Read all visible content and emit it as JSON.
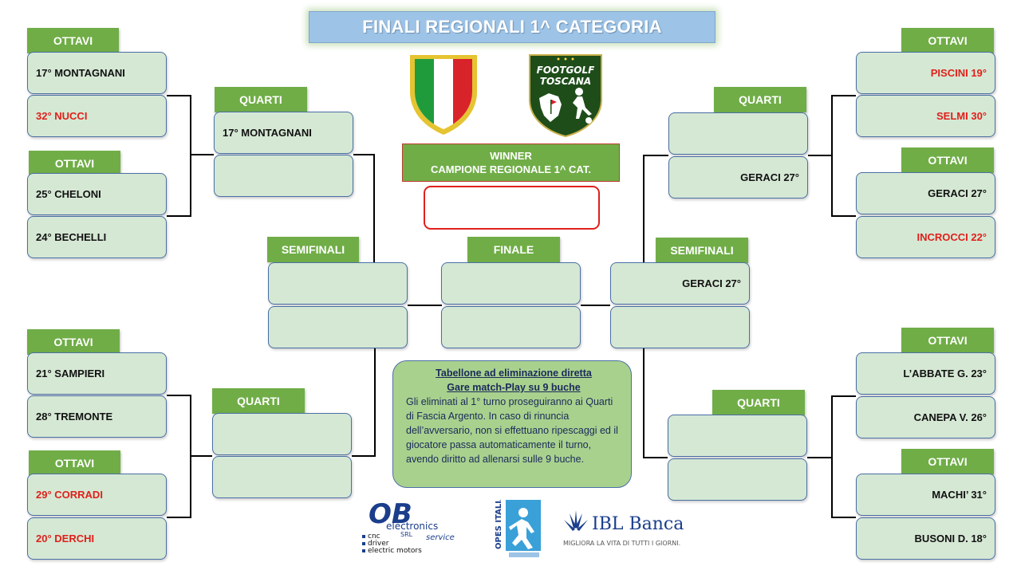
{
  "title": "FINALI REGIONALI 1^ CATEGORIA",
  "labels": {
    "ottavi": "OTTAVI",
    "quarti": "QUARTI",
    "semifinali": "SEMIFINALI",
    "finale": "FINALE",
    "winner_line1": "WINNER",
    "winner_line2": "CAMPIONE REGIONALE 1^ CAT."
  },
  "bracket": {
    "top_left_r16_a": [
      "17° MONTAGNANI",
      "32° NUCCI"
    ],
    "top_left_r16_b": [
      "25° CHELONI",
      "24° BECHELLI"
    ],
    "top_left_qf": [
      "17° MONTAGNANI",
      ""
    ],
    "bottom_left_r16_a": [
      "21° SAMPIERI",
      "28° TREMONTE"
    ],
    "bottom_left_r16_b": [
      "29° CORRADI",
      "20° DERCHI"
    ],
    "bottom_left_qf": [
      "",
      ""
    ],
    "left_sf": [
      "",
      ""
    ],
    "final": [
      "",
      ""
    ],
    "right_sf": [
      "GERACI 27°",
      ""
    ],
    "top_right_r16_a": [
      "PISCINI 19°",
      "SELMI 30°"
    ],
    "top_right_r16_b": [
      "GERACI 27°",
      "INCROCCI 22°"
    ],
    "top_right_qf": [
      "",
      "GERACI 27°"
    ],
    "bottom_right_r16_a": [
      "L’ABBATE G. 23°",
      "CANEPA V. 26°"
    ],
    "bottom_right_r16_b": [
      "MACHI’ 31°",
      "BUSONI D. 18°"
    ],
    "bottom_right_qf": [
      "",
      ""
    ]
  },
  "info": {
    "heading1": "Tabellone ad eliminazione diretta",
    "heading2": "Gare match-Play su 9 buche",
    "text": "Gli eliminati al 1° turno proseguiranno ai Quarti di Fascia Argento. In caso di rinuncia dell’avversario, non si effettuano ripescaggi ed il giocatore passa automaticamente il turno, avendo diritto ad allenarsi sulle 9 buche."
  },
  "logos": {
    "footgolf_line1": "FOOTGOLF",
    "footgolf_line2": "TOSCANA",
    "ob_main": "OB",
    "ob_sub": "electronics",
    "ob_srl": "SRL",
    "ob_service": "service",
    "ob_items": [
      "cnc",
      "driver",
      "electric motors"
    ],
    "opes": "OPES ITALIA",
    "ibl_name": "IBL Banca",
    "ibl_tagline": "MIGLIORA LA VITA DI TUTTI I GIORNI."
  },
  "colors": {
    "label_green": "#70ad47",
    "box_green": "#d5e8d4",
    "title_blue": "#9dc3e6",
    "eliminated_red": "#e0201b"
  }
}
